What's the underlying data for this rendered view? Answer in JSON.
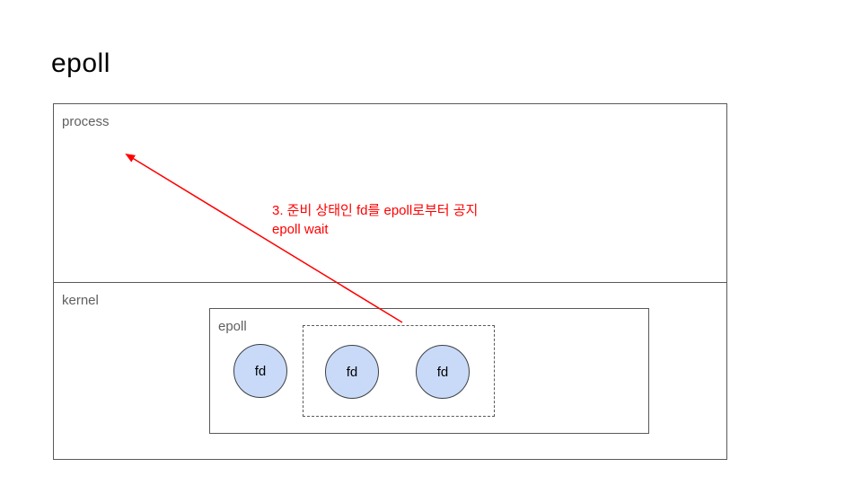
{
  "slide": {
    "title": "epoll"
  },
  "diagram": {
    "process_label": "process",
    "kernel_label": "kernel",
    "epoll_box_label": "epoll",
    "fd_circles": [
      {
        "label": "fd"
      },
      {
        "label": "fd"
      },
      {
        "label": "fd"
      }
    ],
    "annotation": {
      "line1": "3. 준비 상태인 fd를 epoll로부터 공지",
      "line2": "epoll wait"
    },
    "colors": {
      "box_border": "#595959",
      "label_gray": "#5f5f5f",
      "circle_fill": "#c9daf8",
      "circle_border": "#3d4043",
      "arrow_red": "#ff0000",
      "annotation_red": "#ff0000"
    }
  }
}
